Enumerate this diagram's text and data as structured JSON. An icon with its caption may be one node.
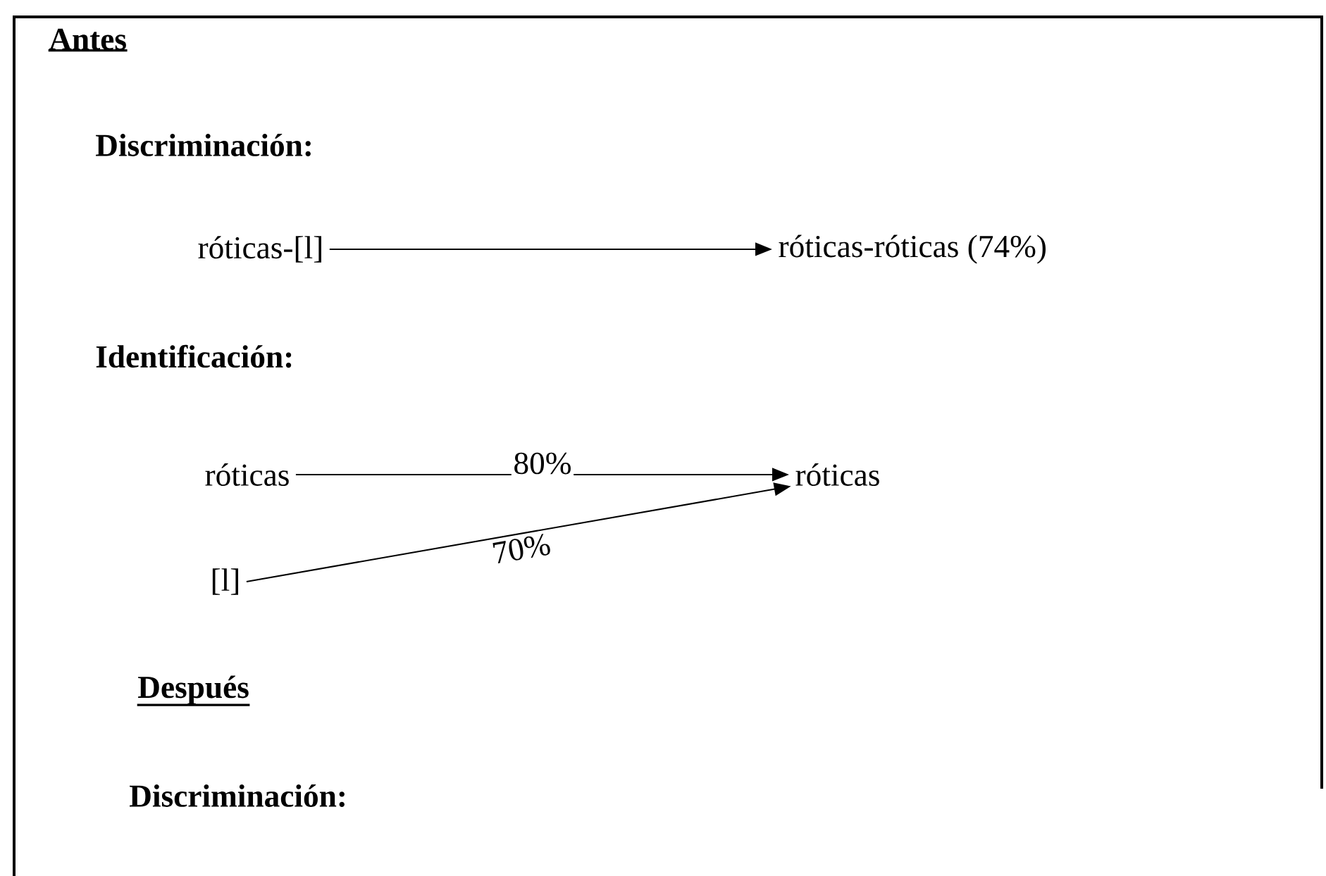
{
  "diagram": {
    "nodes": [
      {
        "text": [
          "róticas-[l]"
        ]
      },
      {
        "text": [
          "róticas-róticas (74%)"
        ]
      },
      {
        "text": [
          "róticas"
        ]
      },
      {
        "text": [
          "róticas"
        ]
      },
      {
        "text": [
          "[l]"
        ]
      }
    ],
    "edges": [
      {
        "from": 0,
        "to": 1,
        "arrow": "to"
      },
      {
        "from": 2,
        "to": 3,
        "arrow": "to",
        "label": "80%"
      },
      {
        "from": 4,
        "to": 3,
        "arrow": "to",
        "label": "70%"
      }
    ],
    "labels": [
      "Antes",
      "Discriminación:",
      "Identificación:",
      "Después",
      "Discriminación:"
    ]
  }
}
